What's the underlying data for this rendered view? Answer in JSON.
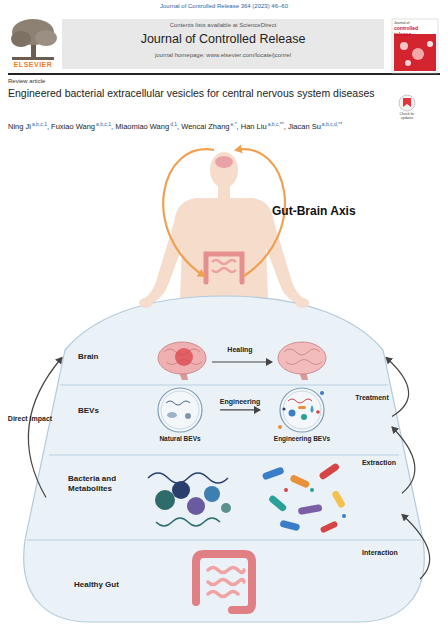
{
  "diagram": {
    "title": "Engineered bacterial extracellular vesicles for central nervous system diseases",
    "nodes": [
      {
        "text": [
          "Brain"
        ]
      },
      {
        "text": [
          "BEVs"
        ]
      },
      {
        "text": [
          "Natural BEVs"
        ],
        "in": 1
      },
      {
        "text": [
          "Engineering BEVs"
        ],
        "in": 1
      },
      {
        "text": [
          "Bacteria and Metabolites"
        ]
      },
      {
        "text": [
          "Healthy Gut"
        ]
      }
    ],
    "edges": [
      {
        "from": 4,
        "to": 0,
        "label": "Direct Impact",
        "arrow": "to"
      },
      {
        "from": 2,
        "to": 3,
        "label": "Engineering",
        "arrow": "to"
      },
      {
        "from": 1,
        "to": 0,
        "label": "Treatment",
        "arrow": "to"
      },
      {
        "from": 4,
        "to": 1,
        "label": "Extraction",
        "arrow": "to"
      },
      {
        "from": 5,
        "to": 4,
        "label": "Interaction",
        "arrow": "to"
      }
    ],
    "labels": [
      "Journal of Controlled Release 364 (2023) 46–60",
      "Contents lists available at ScienceDirect",
      "ELSEVIER",
      "Journal of Controlled Release",
      "journal homepage: www.elsevier.com/locate/jconrel",
      "Journal of",
      "controlled release",
      "Review article",
      "Ning Ji",
      "a,b,c,1",
      ", Fuxiao Wang",
      "a,b,c,1",
      ", Miaomiao Wang",
      "d,1",
      ", Wencai Zhang",
      "e,*",
      ", Han Liu",
      "a,b,c,**",
      ", Jiacan Su",
      "a,b,c,d,**",
      "Gut-Brain Axis",
      "Healing",
      "Check for updates"
    ]
  }
}
